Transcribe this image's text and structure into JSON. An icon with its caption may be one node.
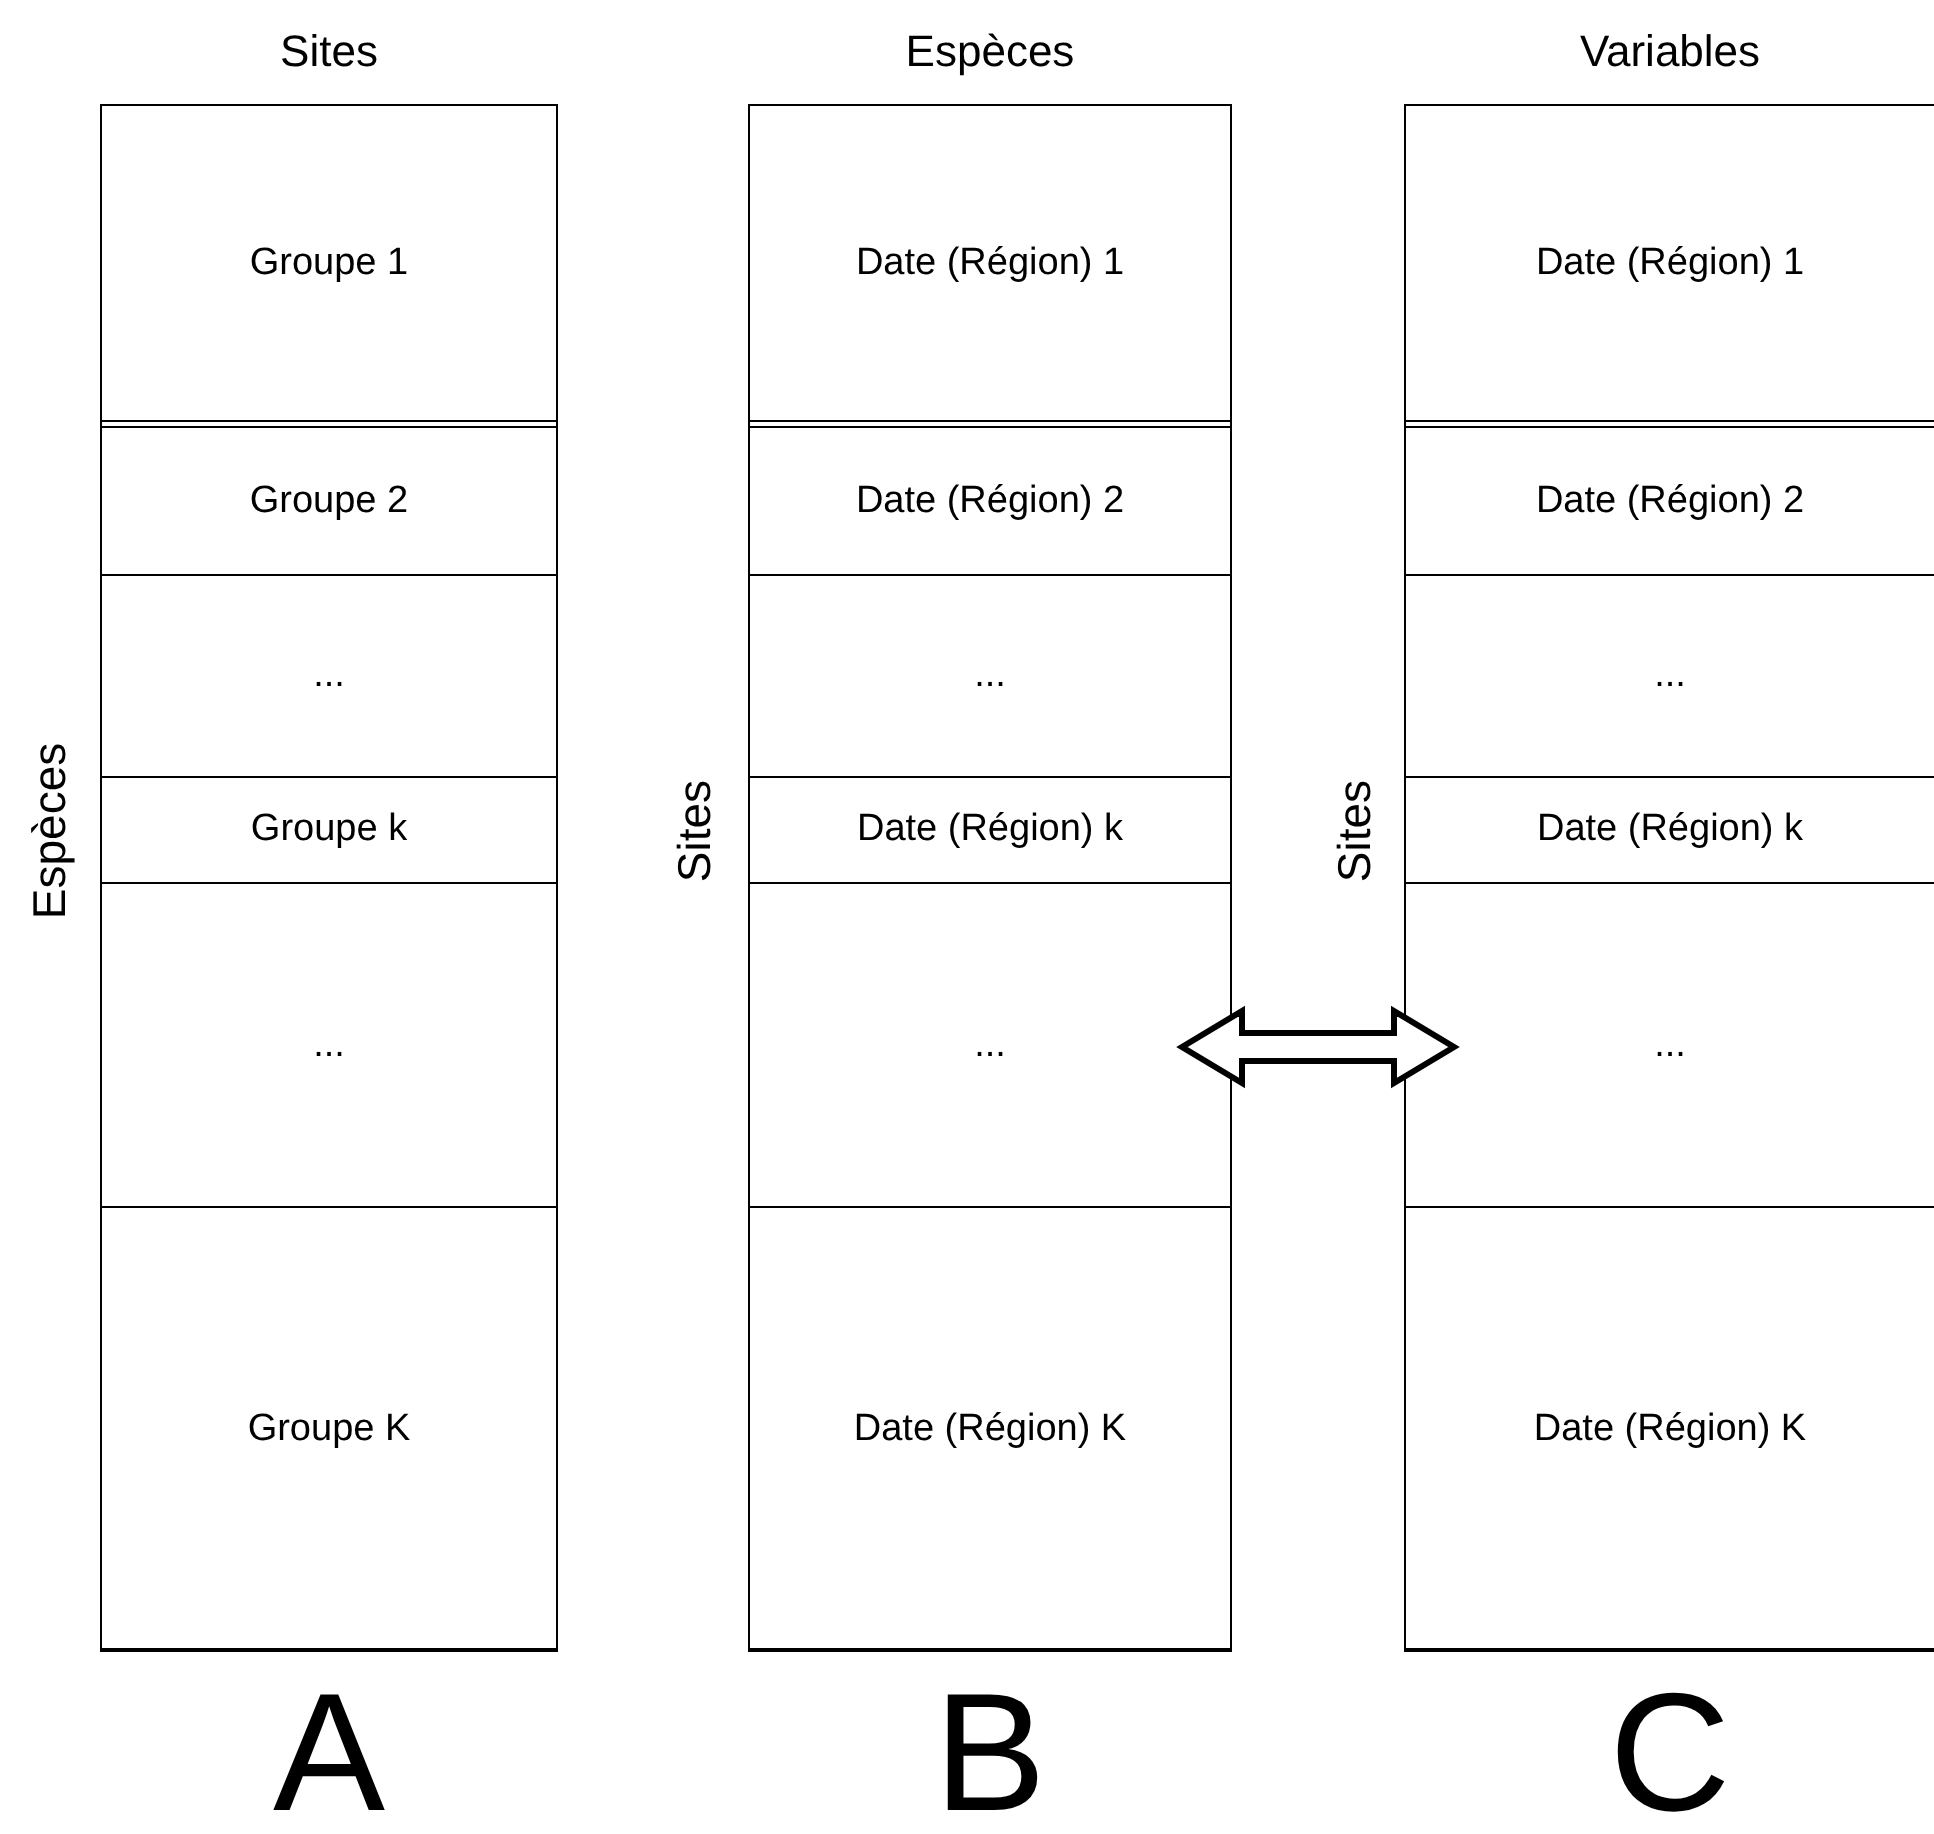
{
  "diagram": {
    "nodes": [
      {
        "text": [
          "Sites"
        ],
        "beside": [
          "Espèces",
          "A"
        ]
      },
      {
        "text": [
          "Groupe 1"
        ],
        "in": 0
      },
      {
        "text": [
          "Groupe 2"
        ],
        "in": 0
      },
      {
        "text": [
          "..."
        ],
        "in": 0
      },
      {
        "text": [
          "Groupe k"
        ],
        "in": 0
      },
      {
        "text": [
          "..."
        ],
        "in": 0
      },
      {
        "text": [
          "Groupe K"
        ],
        "in": 0
      },
      {
        "text": [
          "Espèces"
        ],
        "beside": [
          "Sites",
          "B"
        ]
      },
      {
        "text": [
          "Date (Région) 1"
        ],
        "in": 7
      },
      {
        "text": [
          "Date (Région) 2"
        ],
        "in": 7
      },
      {
        "text": [
          "..."
        ],
        "in": 7
      },
      {
        "text": [
          "Date (Région) k"
        ],
        "in": 7
      },
      {
        "text": [
          "..."
        ],
        "in": 7
      },
      {
        "text": [
          "Date (Région) K"
        ],
        "in": 7
      },
      {
        "text": [
          "Variables"
        ],
        "beside": [
          "Sites",
          "C"
        ]
      },
      {
        "text": [
          "Date (Région) 1"
        ],
        "in": 14
      },
      {
        "text": [
          "Date (Région) 2"
        ],
        "in": 14
      },
      {
        "text": [
          "..."
        ],
        "in": 14
      },
      {
        "text": [
          "Date (Région) k"
        ],
        "in": 14
      },
      {
        "text": [
          "..."
        ],
        "in": 14
      },
      {
        "text": [
          "Date (Région) K"
        ],
        "in": 14
      }
    ],
    "edges": [
      {
        "from": 12,
        "to": 19,
        "arrow": "both"
      }
    ]
  }
}
